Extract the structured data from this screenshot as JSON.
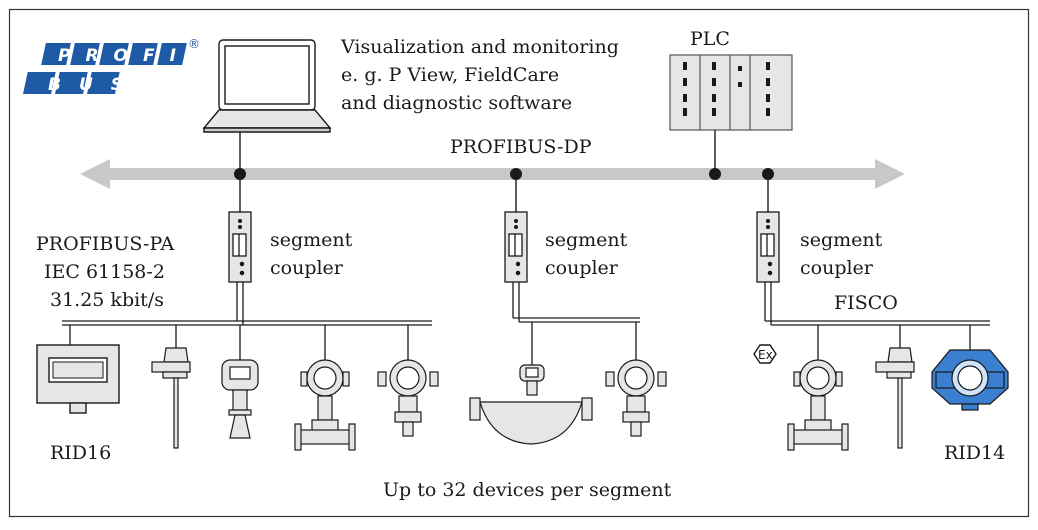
{
  "logo": {
    "top_word": "PROFI",
    "bottom_word": "BUS",
    "mark": "®"
  },
  "labels": {
    "visualization_line1": "Visualization and monitoring",
    "visualization_line2": "e. g. P View, FieldCare",
    "visualization_line3": "and diagnostic software",
    "plc": "PLC",
    "dp_bus": "PROFIBUS-DP",
    "pa_line1": "PROFIBUS-PA",
    "pa_line2": "IEC 61158-2",
    "pa_line3": "31.25 kbit/s",
    "coupler1_line1": "segment",
    "coupler1_line2": "coupler",
    "coupler2_line1": "segment",
    "coupler2_line2": "coupler",
    "coupler3_line1": "segment",
    "coupler3_line2": "coupler",
    "fisco": "FISCO",
    "rid16": "RID16",
    "rid14": "RID14",
    "footer": "Up to 32 devices per segment",
    "ex_symbol": "Ex"
  },
  "colors": {
    "bus_arrow": "#c8c8c8",
    "device_fill": "#e6e6e6",
    "line": "#1a1a1a",
    "logo_blue": "#1f5aa6",
    "rid14_blue": "#3a7fd0"
  }
}
